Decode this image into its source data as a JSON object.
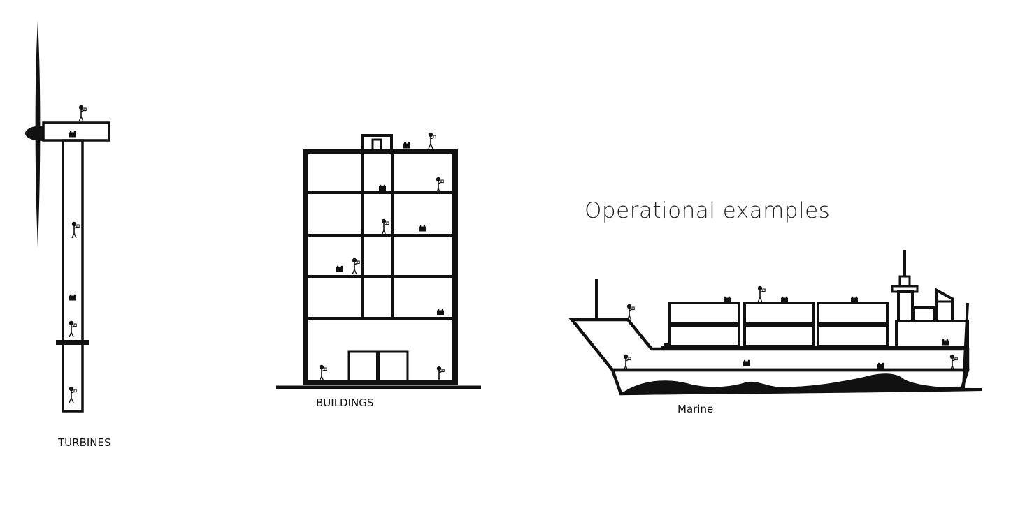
{
  "title": "Operational examples",
  "labels": {
    "turbines": "TURBINES",
    "buildings": "BUILDINGS",
    "marine": "Marine"
  },
  "icons": [
    "person-with-device-icon",
    "battery-icon"
  ],
  "colors": {
    "ink": "#111111",
    "background": "#ffffff"
  }
}
